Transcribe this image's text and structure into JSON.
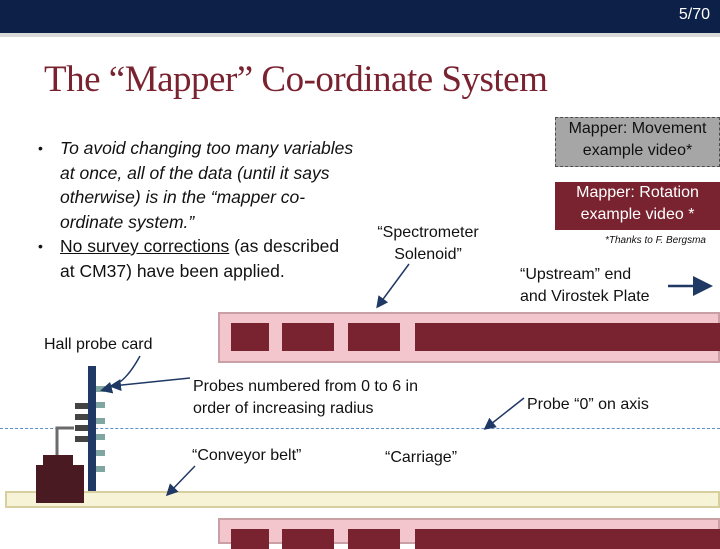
{
  "header": {
    "slide_number": "5/70"
  },
  "title": "The “Mapper” Co-ordinate System",
  "bullets": {
    "b1": "To avoid changing too many variables at once, all of the data (until it says otherwise) is in the “mapper co-ordinate system.”",
    "b2_link": "No survey corrections",
    "b2_rest": " (as described at CM37) have been applied."
  },
  "links": {
    "movement_video": "Mapper: Movement example video*",
    "rotation_video": "Mapper: Rotation example video *",
    "thanks": "*Thanks to F. Bergsma"
  },
  "labels": {
    "spectrometer": "“Spectrometer Solenoid”",
    "upstream": "“Upstream” end and Virostek Plate",
    "hall_probe": "Hall probe card",
    "probes": "Probes numbered from 0 to 6 in order of increasing radius",
    "conveyor": "“Conveyor belt”",
    "carriage": "“Carriage”",
    "probe0": "Probe “0” on axis"
  },
  "colors": {
    "header_bg": "#0d2148",
    "title": "#7a2330",
    "solenoid": "#f2c6cc",
    "block": "#7a2330",
    "axis": "#5b8fc7"
  }
}
